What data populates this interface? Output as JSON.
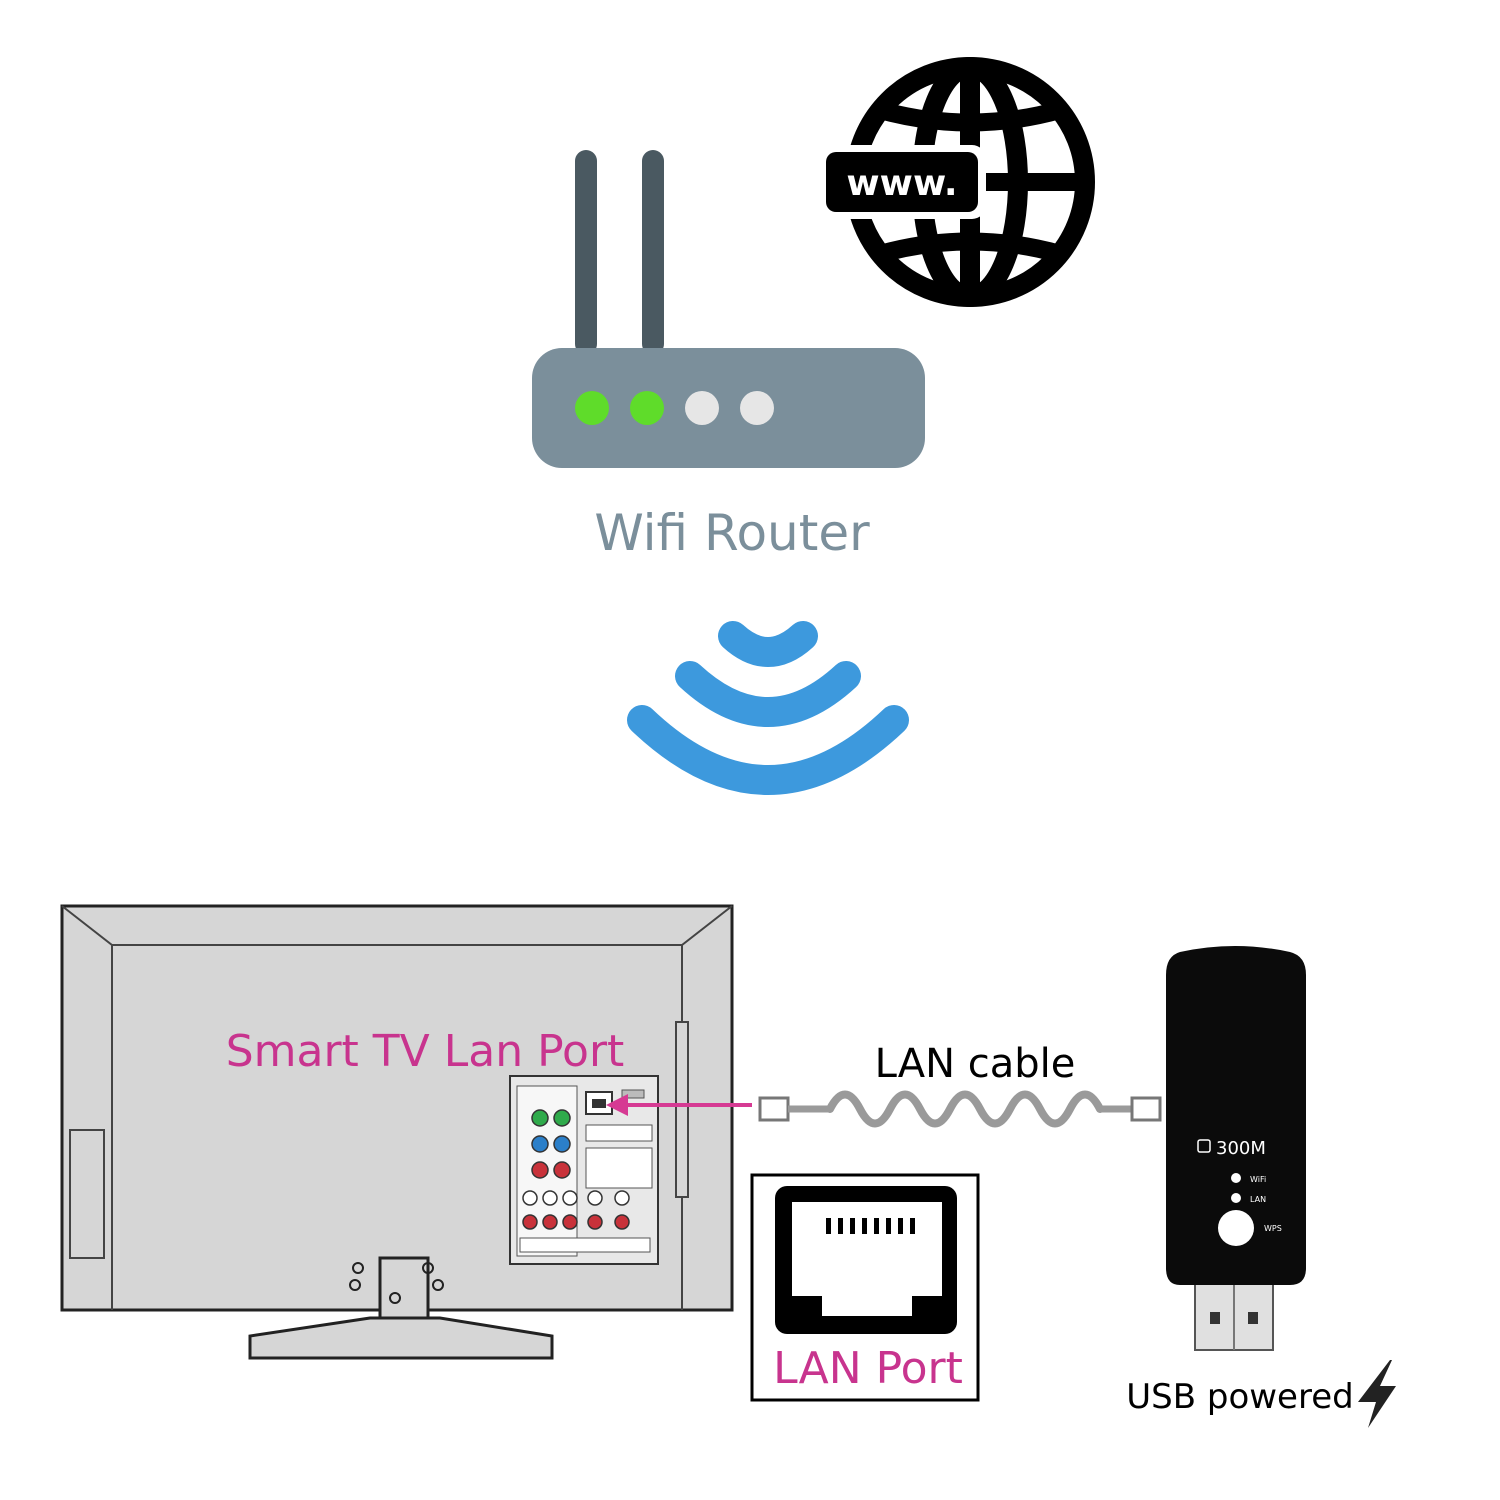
{
  "globe": {
    "www_text": "www."
  },
  "router": {
    "label": "Wifi Router",
    "body_color": "#7b8f9b",
    "antenna_color": "#4a5961",
    "led_colors": [
      "#5fdc2a",
      "#5fdc2a",
      "#e6e6e6",
      "#e6e6e6"
    ]
  },
  "wifi_signal": {
    "color": "#3d99dd"
  },
  "tv": {
    "label": "Smart TV Lan Port",
    "label_color": "#c8348e",
    "panel_color": "#d6d6d6"
  },
  "cable": {
    "label": "LAN cable"
  },
  "lan_port_box": {
    "label": "LAN Port",
    "label_color": "#c8348e"
  },
  "adapter": {
    "badge": "300M",
    "led_labels": [
      "WiFi",
      "LAN"
    ],
    "button_label": "WPS",
    "footer": "USB powered"
  },
  "arrow": {
    "color": "#d63a93"
  }
}
